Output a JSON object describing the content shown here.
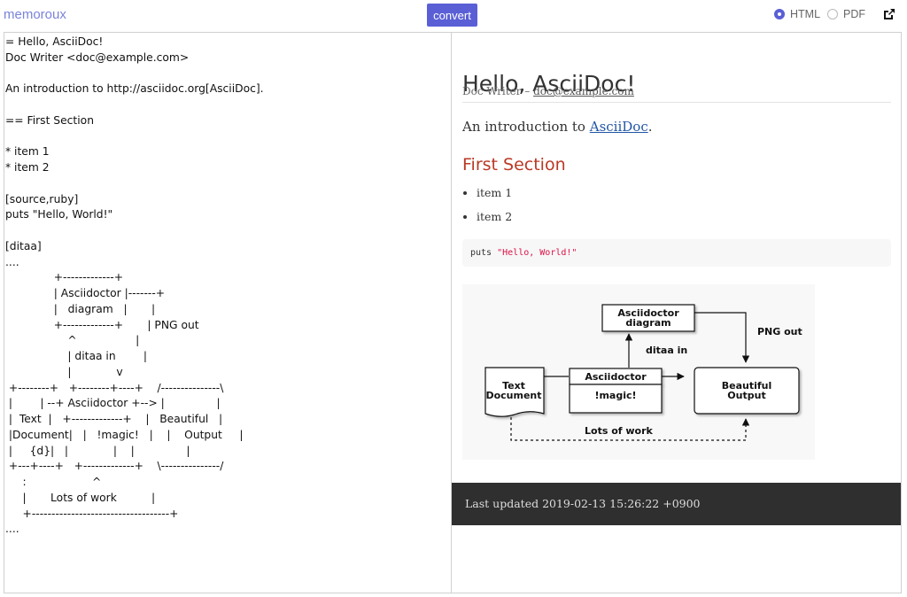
{
  "app": {
    "name": "memoroux"
  },
  "toolbar": {
    "convert_label": "convert",
    "format_options": [
      {
        "label": "HTML",
        "selected": true
      },
      {
        "label": "PDF",
        "selected": false
      }
    ],
    "accent_color": "#5a5fd6",
    "popout_icon": "external-link-icon"
  },
  "editor": {
    "source": "= Hello, AsciiDoc!\nDoc Writer <doc@example.com>\n\nAn introduction to http://asciidoc.org[AsciiDoc].\n\n== First Section\n\n* item 1\n* item 2\n\n[source,ruby]\nputs \"Hello, World!\"\n\n[ditaa]\n....\n              +-------------+\n              | Asciidoctor |-------+\n              |   diagram   |       |\n              +-------------+       | PNG out\n                  ^                 |\n                  | ditaa in        |\n                  |             v\n +--------+   +--------+----+    /---------------\\\n |        | --+ Asciidoctor +--> |               |\n |  Text  |   +-------------+    |   Beautiful   |\n |Document|   |   !magic!   |    |    Output     |\n |     {d}|   |             |    |               |\n +---+----+   +-------------+    \\---------------/\n     :                   ^\n     |       Lots of work          |\n     +-----------------------------------+\n...."
  },
  "preview": {
    "title": "Hello, AsciiDoc!",
    "author": "Doc Writer",
    "separator": " – ",
    "email": "doc@example.com",
    "intro_prefix": "An introduction to ",
    "intro_link": "AsciiDoc",
    "intro_suffix": ".",
    "section_title": "First Section",
    "items": [
      "item 1",
      "item 2"
    ],
    "code": {
      "prefix": "puts ",
      "string": "\"Hello, World!\""
    },
    "diagram": {
      "top_box": [
        "Asciidoctor",
        "diagram"
      ],
      "png_out": "PNG out",
      "ditaa_in": "ditaa in",
      "text_doc": [
        "Text",
        "Document"
      ],
      "asciidoctor": "Asciidoctor",
      "magic": "!magic!",
      "output": [
        "Beautiful",
        "Output"
      ],
      "lots_of_work": "Lots of work"
    },
    "footer": "Last updated 2019-02-13 15:26:22 +0900"
  }
}
